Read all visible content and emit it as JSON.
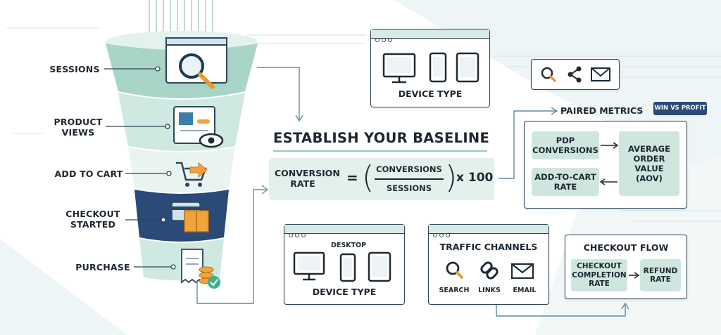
{
  "funnel": {
    "stages": [
      "SESSIONS",
      "PRODUCT VIEWS",
      "ADD TO CART",
      "CHECKOUT STARTED",
      "PURCHASE"
    ]
  },
  "baseline": {
    "title": "ESTABLISH YOUR BASELINE",
    "formula_label": "CONVERSION RATE",
    "equals": "=",
    "numerator": "CONVERSIONS",
    "denominator": "SESSIONS",
    "multiplier": "x 100"
  },
  "device_top": {
    "label": "DEVICE TYPE"
  },
  "paired": {
    "title": "PAIRED METRICS",
    "badge": "WIN VS PROFIT",
    "left_top": "PDP CONVERSIONS",
    "left_bottom": "ADD-TO-CART RATE",
    "right": "AVERAGE ORDER VALUE (AOV)"
  },
  "device_bottom": {
    "top_label": "DESKTOP",
    "label": "DEVICE TYPE"
  },
  "traffic": {
    "title": "TRAFFIC CHANNELS",
    "items": [
      "SEARCH",
      "LINKS",
      "EMAIL"
    ]
  },
  "checkout": {
    "title": "CHECKOUT FLOW",
    "left": "CHECKOUT COMPLETION RATE",
    "right": "REFUND RATE"
  },
  "colors": {
    "teal_light": "#d7ebe6",
    "teal_mid": "#a9d4c8",
    "navy": "#2a4a78",
    "dark": "#2f4656",
    "orange": "#f2a43a"
  }
}
